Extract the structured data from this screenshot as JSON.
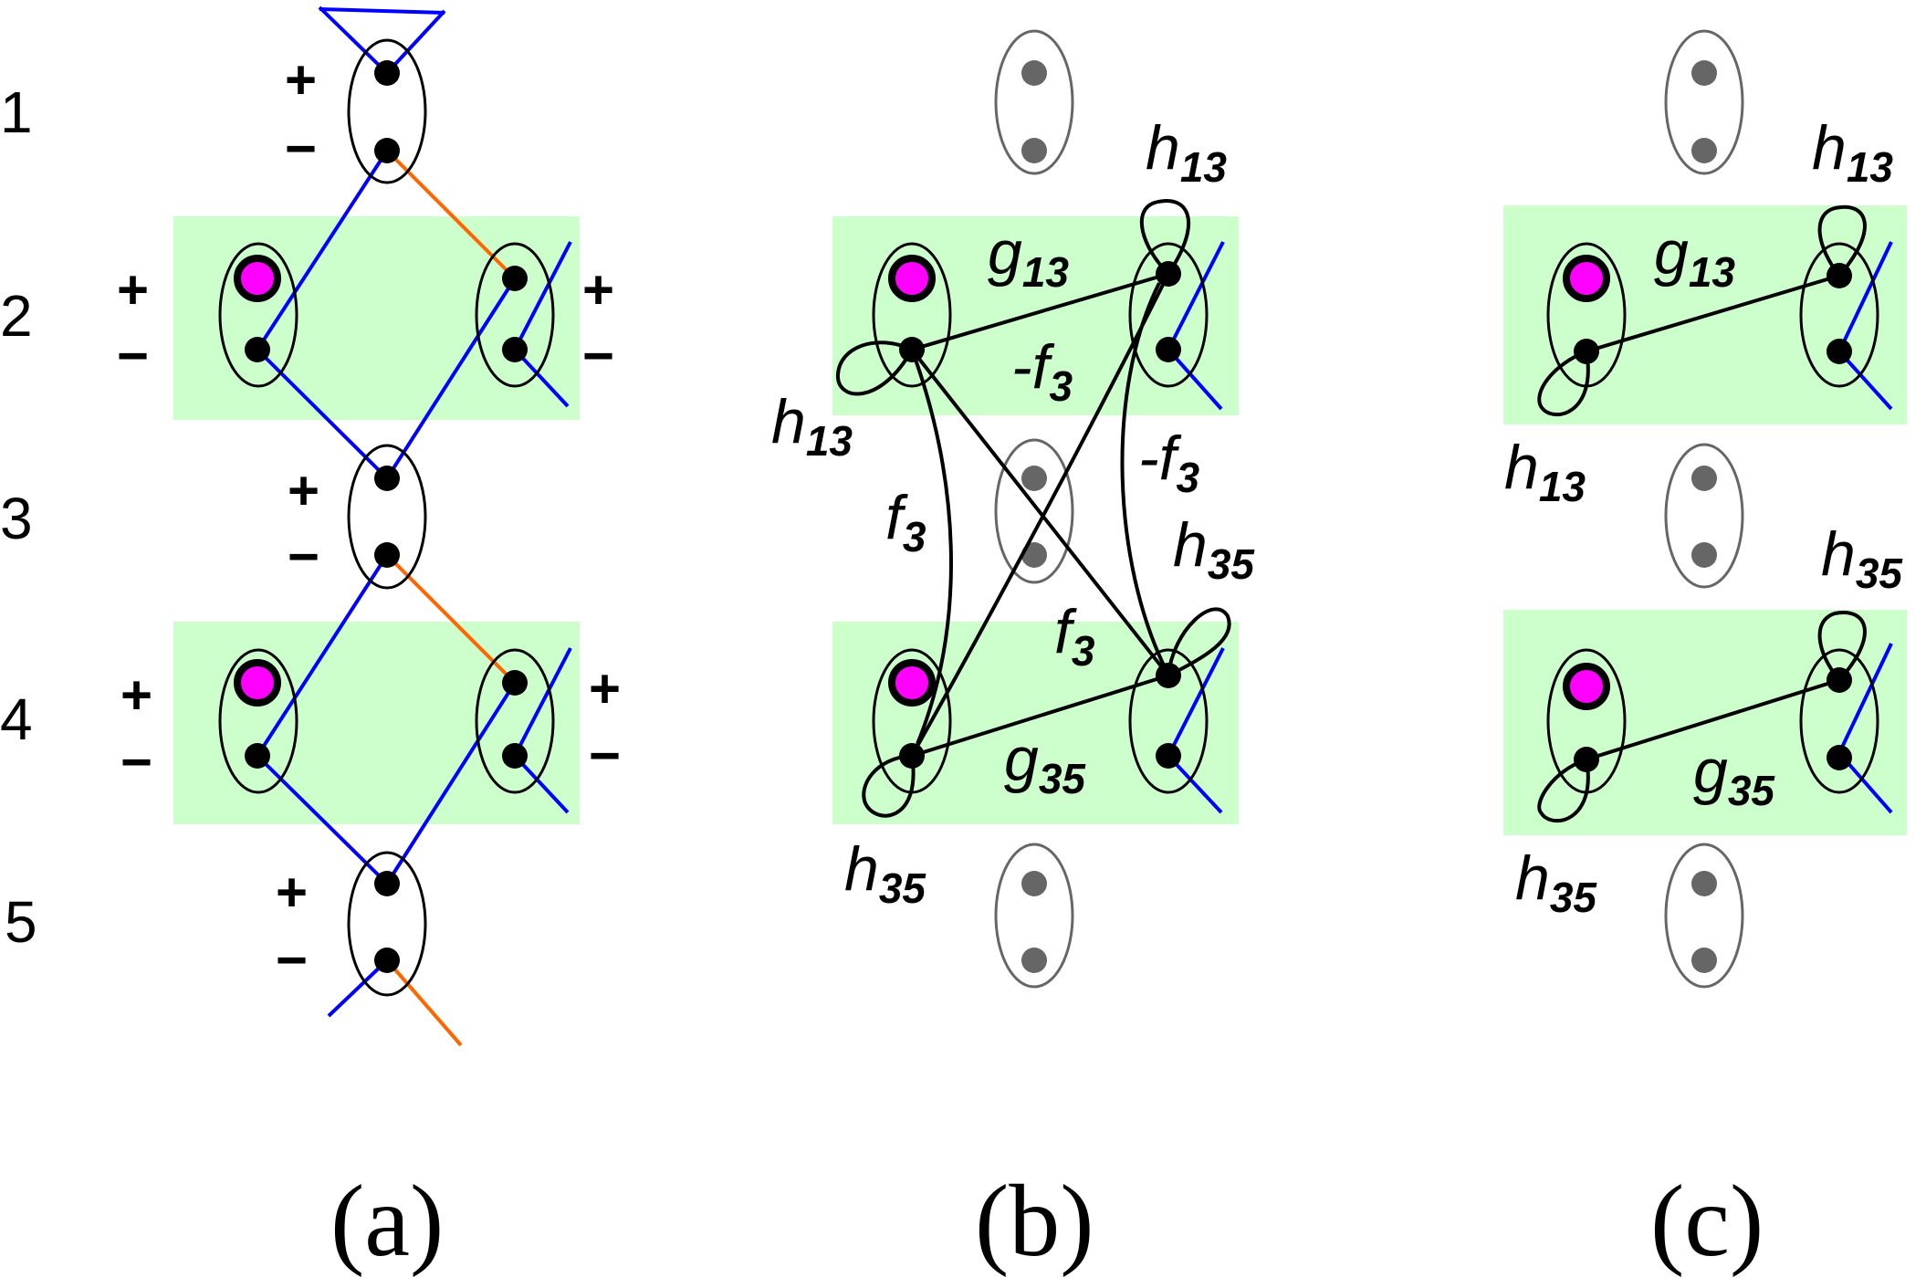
{
  "colors": {
    "highlight_band": "#ccffcc",
    "magenta_node": "#ff00ff",
    "blue_line": "#0000ff",
    "orange_line": "#ff6600",
    "grey_node": "#666666"
  },
  "panels": [
    {
      "id": "a",
      "caption": "(a)"
    },
    {
      "id": "b",
      "caption": "(b)"
    },
    {
      "id": "c",
      "caption": "(c)"
    }
  ],
  "row_labels": [
    "1",
    "2",
    "3",
    "4",
    "5"
  ],
  "signs": {
    "plus": "+",
    "minus": "−"
  },
  "edge_labels": {
    "g13": {
      "base": "g",
      "sub": "13"
    },
    "g35": {
      "base": "g",
      "sub": "35"
    },
    "h13": {
      "base": "h",
      "sub": "13"
    },
    "h35": {
      "base": "h",
      "sub": "35"
    },
    "f3": {
      "base": "f",
      "sub": "3"
    },
    "neg_f3": {
      "base": "-f",
      "sub": "3"
    }
  }
}
